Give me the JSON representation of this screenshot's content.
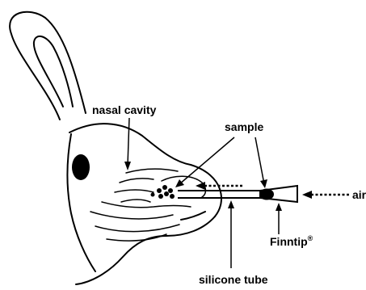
{
  "labels": {
    "nasal_cavity": "nasal cavity",
    "sample": "sample",
    "air": "air",
    "finntip": "Finntip",
    "finntip_mark": "®",
    "silicone_tube": "silicone tube"
  },
  "colors": {
    "ink": "#000000",
    "paper": "#ffffff"
  }
}
